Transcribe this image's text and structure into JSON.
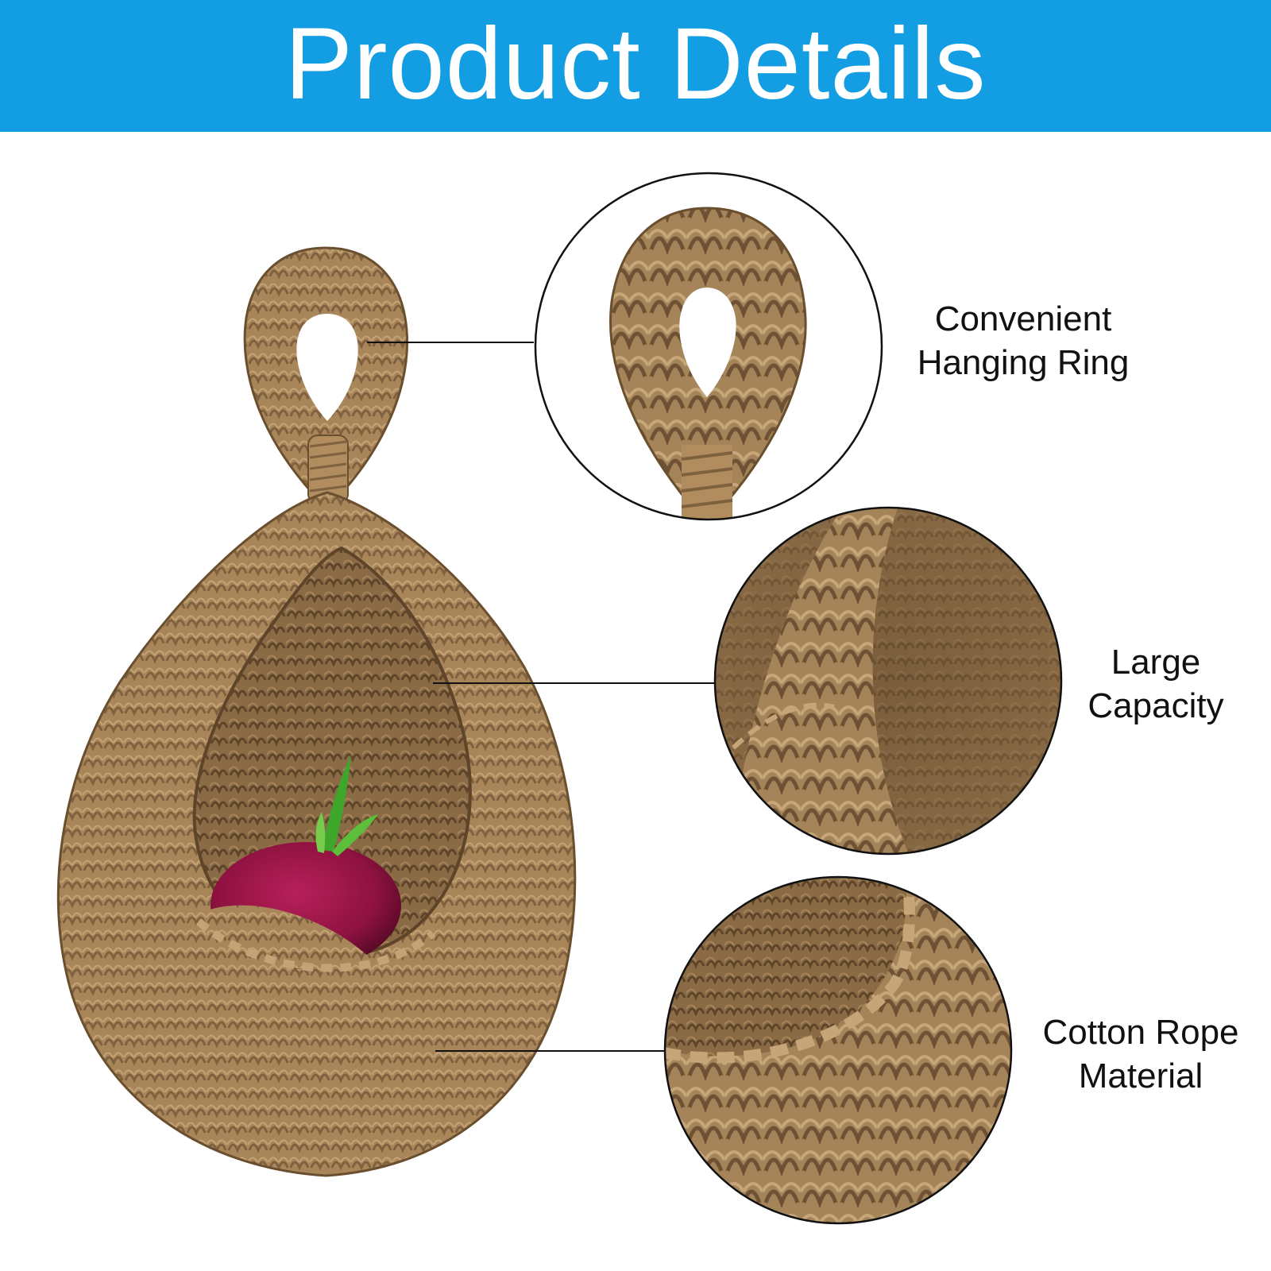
{
  "header": {
    "title": "Product Details",
    "bg_color": "#139ee3"
  },
  "product": {
    "image_subject": "brown crochet cotton rope teardrop hanging basket with a red onion inside",
    "rope_color": "#a9865a",
    "shadow_color": "#6a4f2f"
  },
  "callouts": [
    {
      "line1": "Convenient",
      "line2": "Hanging Ring"
    },
    {
      "line1": "Large",
      "line2": "Capacity"
    },
    {
      "line1": "Cotton Rope",
      "line2": "Material"
    }
  ]
}
